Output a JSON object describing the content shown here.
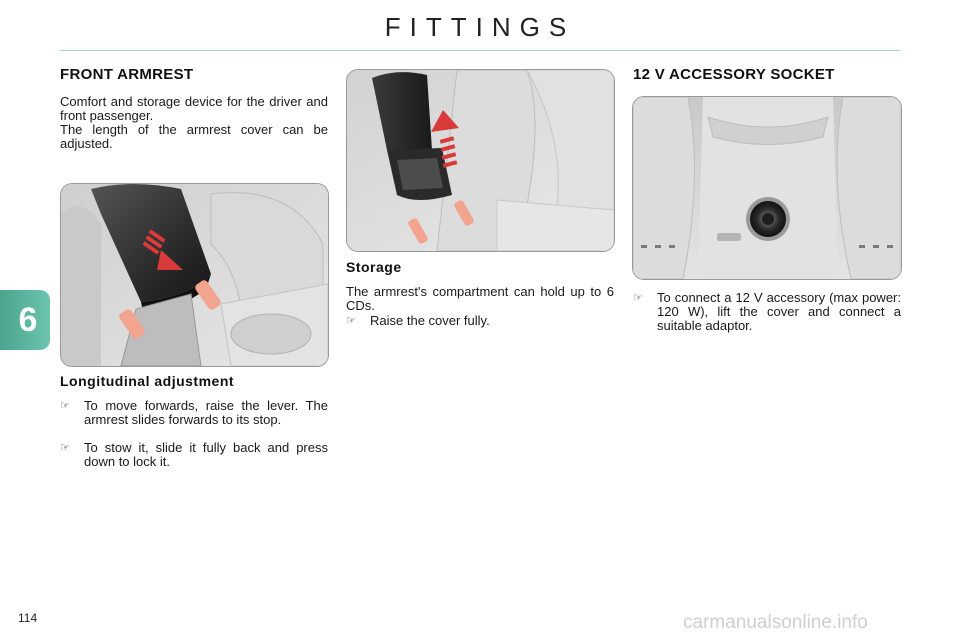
{
  "header": {
    "title": "FITTINGS"
  },
  "chapter": {
    "number": "6"
  },
  "footer": {
    "page_number": "114",
    "watermark": "carmanualsonline.info"
  },
  "colors": {
    "accent": "#5cb8a0",
    "rule": "#9fd8c7",
    "arrow": "#d93a3a"
  },
  "left": {
    "title": "FRONT ARMREST",
    "intro_1": "Comfort and storage device for the driver and front passenger.",
    "intro_2": "The length of the armrest cover can be adjusted.",
    "figure_icon": "armrest-slide-forward-illustration",
    "subheading": "Longitudinal adjustment",
    "bullets": [
      "To move forwards, raise the lever. The armrest slides forwards to its stop.",
      "To stow it, slide it fully back and press down to lock it."
    ]
  },
  "middle": {
    "figure_icon": "armrest-cover-raised-illustration",
    "subheading": "Storage",
    "text": "The armrest's compartment can hold up to 6 CDs.",
    "bullets": [
      "Raise the cover fully."
    ]
  },
  "right": {
    "title": "12 V ACCESSORY SOCKET",
    "figure_icon": "accessory-socket-illustration",
    "bullets": [
      "To connect a 12 V accessory (max power: 120 W), lift the cover and connect a suitable adaptor."
    ]
  },
  "bullet_glyph": "☞"
}
